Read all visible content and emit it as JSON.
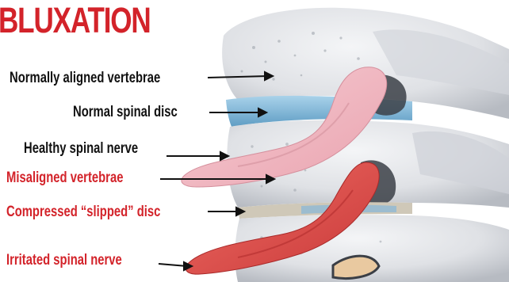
{
  "title": "BLUXATION",
  "labels": {
    "normal_vertebrae": "Normally aligned vertebrae",
    "normal_disc": "Normal spinal disc",
    "healthy_nerve": "Healthy spinal nerve",
    "misaligned_vertebrae": "Misaligned vertebrae",
    "compressed_disc": "Compressed “slipped” disc",
    "irritated_nerve": "Irritated spinal nerve"
  },
  "colors": {
    "title": "#d3232a",
    "normal_labels": "#111111",
    "problem_labels": "#d3232a",
    "bone": "#e4e6ea",
    "normal_disc": "#7fb6d6",
    "healthy_nerve": "#f2b8c2",
    "irritated_nerve": "#dc4a4a"
  }
}
